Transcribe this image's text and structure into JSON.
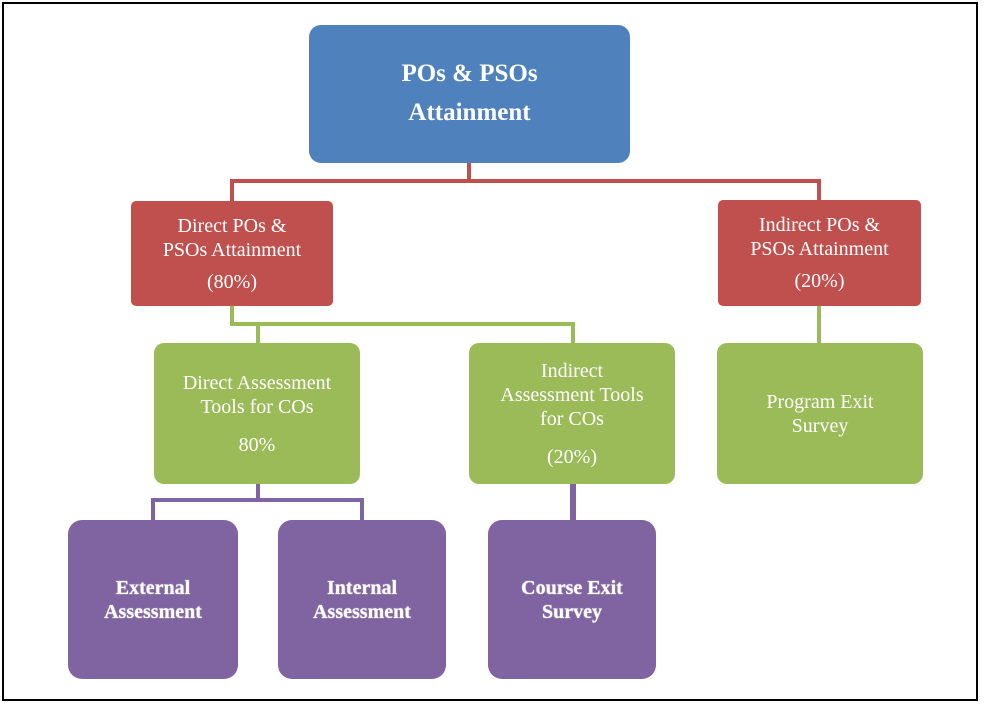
{
  "colors": {
    "blue": "#4F81BD",
    "red": "#C0504D",
    "green": "#9BBB59",
    "purple": "#8064A2"
  },
  "root": {
    "line1": "POs & PSOs",
    "line2": "Attainment"
  },
  "direct": {
    "line1": "Direct POs &",
    "line2": "PSOs Attainment",
    "pct": "(80%)"
  },
  "indirect": {
    "line1": "Indirect POs &",
    "line2": "PSOs Attainment",
    "pct": "(20%)"
  },
  "direct_tools": {
    "line1": "Direct Assessment",
    "line2": "Tools for COs",
    "pct": "80%"
  },
  "indirect_tools": {
    "line1": "Indirect",
    "line2": "Assessment Tools",
    "line3": "for COs",
    "pct": "(20%)"
  },
  "program_exit": {
    "line1": "Program Exit",
    "line2": "Survey"
  },
  "external": {
    "line1": "External",
    "line2": "Assessment"
  },
  "internal": {
    "line1": "Internal",
    "line2": "Assessment"
  },
  "course_exit": {
    "line1": "Course Exit",
    "line2": "Survey"
  }
}
